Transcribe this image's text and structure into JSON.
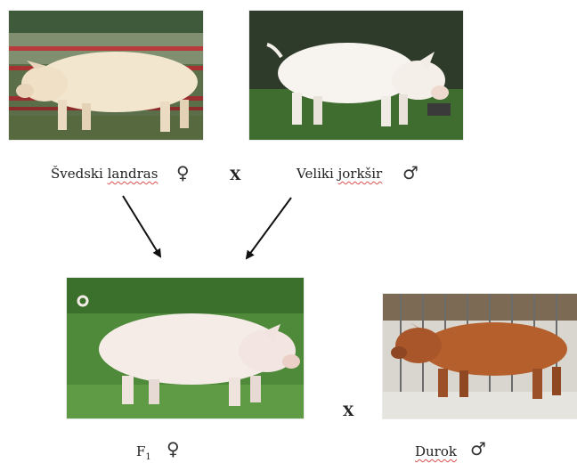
{
  "parents": {
    "female": {
      "breed_word1": "Švedski",
      "breed_word2": "landras",
      "symbol": "♀"
    },
    "cross1": "X",
    "male": {
      "breed_word1": "Veliki",
      "breed_word2": "jorkšir",
      "symbol": "♂"
    }
  },
  "offspring": {
    "f1": {
      "label_main": "F",
      "label_sub": "1",
      "symbol": "♀"
    },
    "cross2": "X",
    "durok": {
      "label": "Durok",
      "symbol": "♂"
    }
  }
}
